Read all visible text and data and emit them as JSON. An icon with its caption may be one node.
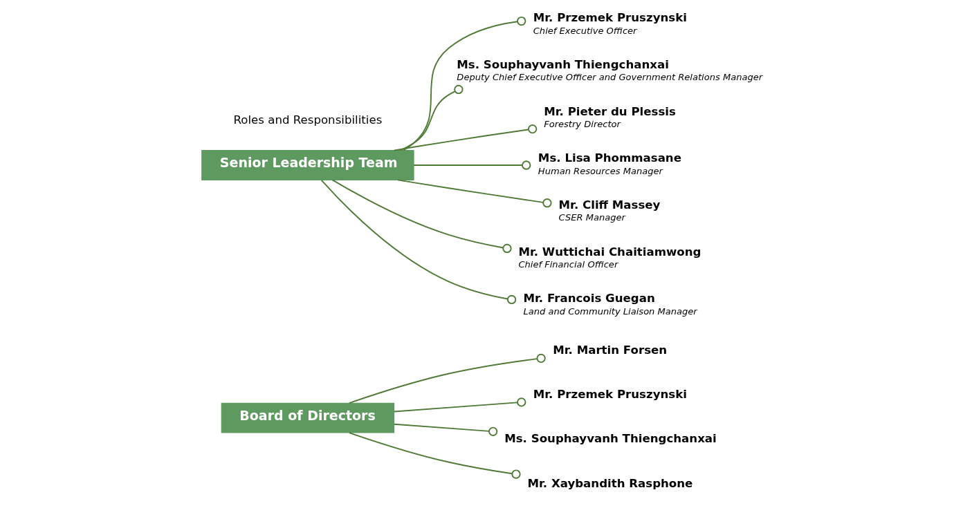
{
  "diagram": {
    "nodes": [
      {
        "text": [
          "Board of Directors"
        ]
      },
      {
        "text": [
          "Mr. Martin Forsen"
        ]
      },
      {
        "text": [
          "Mr. Przemek Pruszynski"
        ]
      },
      {
        "text": [
          "Ms. Souphayvanh Thiengchanxai"
        ]
      },
      {
        "text": [
          "Mr. Xaybandith Rasphone"
        ]
      },
      {
        "text": [
          "Senior Leadership Team"
        ]
      },
      {
        "text": [
          "Mr. Przemek Pruszynski",
          "Chief Executive Officer"
        ]
      },
      {
        "text": [
          "Ms. Souphayvanh Thiengchanxai",
          "Deputy Chief Executive Officer and Government Relations Manager"
        ]
      },
      {
        "text": [
          "Mr. Pieter du Plessis",
          "Forestry Director"
        ]
      },
      {
        "text": [
          "Ms. Lisa Phommasane",
          "Human Resources Manager"
        ]
      },
      {
        "text": [
          "Mr. Cliff Massey",
          "CSER Manager"
        ]
      },
      {
        "text": [
          "Mr. Wuttichai Chaitiamwong",
          "Chief Financial Officer"
        ]
      },
      {
        "text": [
          "Mr. Francois Guegan",
          "Land and Community Liaison Manager"
        ]
      }
    ],
    "edges": [
      {
        "from": 0,
        "to": 1,
        "arrow": "other"
      },
      {
        "from": 0,
        "to": 2,
        "arrow": "other"
      },
      {
        "from": 0,
        "to": 3,
        "arrow": "other"
      },
      {
        "from": 0,
        "to": 4,
        "arrow": "other"
      },
      {
        "from": 5,
        "to": 6,
        "arrow": "other"
      },
      {
        "from": 5,
        "to": 7,
        "arrow": "other"
      },
      {
        "from": 5,
        "to": 8,
        "arrow": "other"
      },
      {
        "from": 5,
        "to": 9,
        "arrow": "other"
      },
      {
        "from": 5,
        "to": 10,
        "arrow": "other"
      },
      {
        "from": 5,
        "to": 11,
        "arrow": "other"
      },
      {
        "from": 5,
        "to": 12,
        "arrow": "other"
      }
    ],
    "labels": [
      "Roles and Responsibilities"
    ]
  }
}
